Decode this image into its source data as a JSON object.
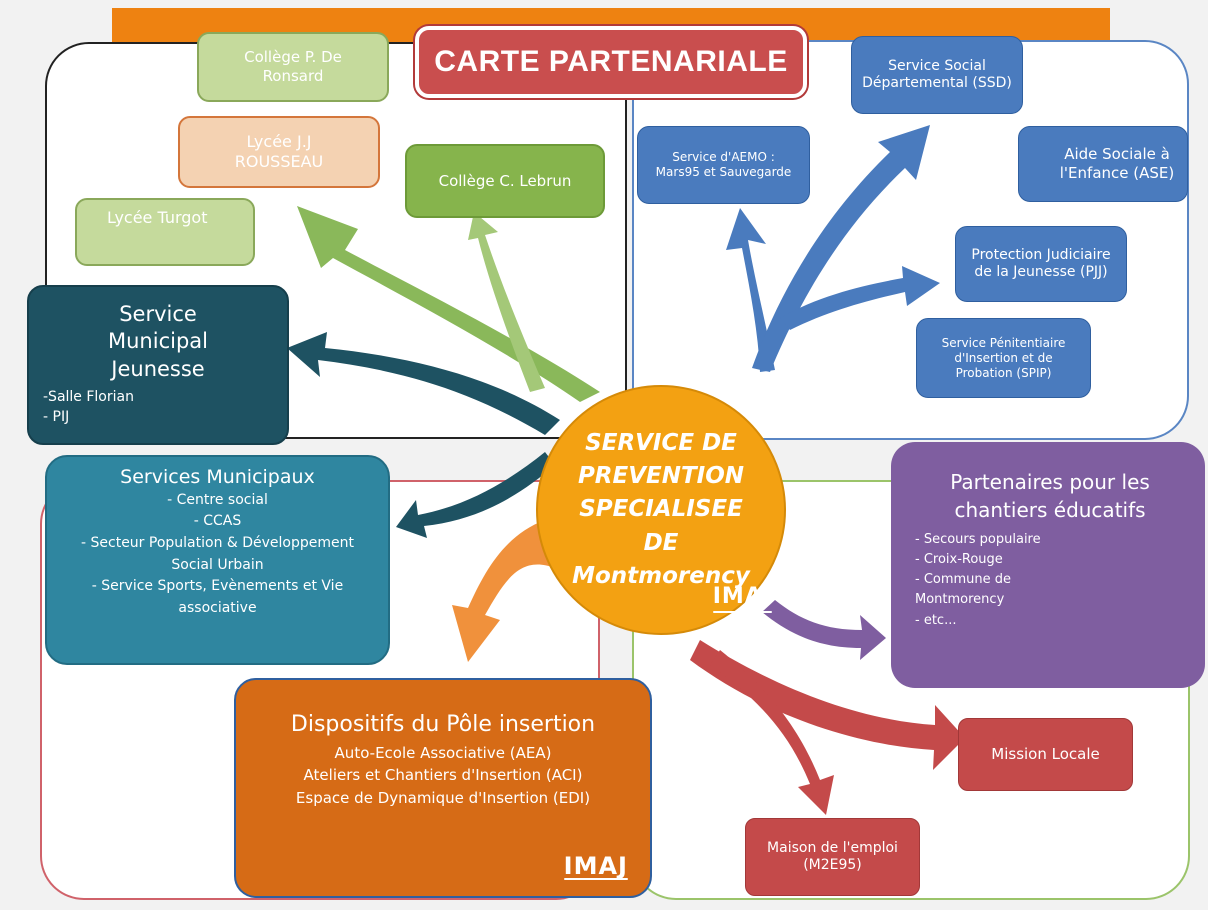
{
  "title": "CARTE PARTENARIALE",
  "center": {
    "lines": [
      "SERVICE DE",
      "PREVENTION",
      "SPECIALISEE",
      "DE",
      "Montmorency"
    ],
    "logo": "IMAJ"
  },
  "schools": {
    "college_ronsard": "Collège P. De Ronsard",
    "lycee_rousseau": "Lycée J.J ROUSSEAU",
    "college_lebrun": "Collège C. Lebrun",
    "lycee_turgot": "Lycée Turgot"
  },
  "social_services": {
    "ssd": "Service Social Départemental (SSD)",
    "aemo": "Service d'AEMO : Mars95 et Sauvegarde",
    "ase": "Aide Sociale à l'Enfance (ASE)",
    "pjj": "Protection Judiciaire de la Jeunesse (PJJ)",
    "spip": "Service Pénitentiaire d'Insertion et de Probation (SPIP)"
  },
  "smj": {
    "title": "Service Municipal Jeunesse",
    "items": [
      "-Salle Florian",
      "- PIJ"
    ]
  },
  "services_municipaux": {
    "title": "Services Municipaux",
    "items": [
      "- Centre social",
      "- CCAS",
      "- Secteur Population & Développement Social Urbain",
      "- Service Sports, Evènements et Vie associative"
    ]
  },
  "partenaires": {
    "title": "Partenaires pour les chantiers éducatifs",
    "items": [
      "- Secours populaire",
      "- Croix-Rouge",
      "- Commune de Montmorency",
      "- etc..."
    ]
  },
  "insertion": {
    "title": "Dispositifs du Pôle insertion",
    "items": [
      "Auto-Ecole Associative (AEA)",
      "Ateliers et Chantiers d'Insertion (ACI)",
      "Espace de Dynamique d'Insertion (EDI)"
    ],
    "logo": "IMAJ"
  },
  "mission_locale": "Mission Locale",
  "maison_emploi": "Maison de l'emploi (M2E95)",
  "colors": {
    "topbar": "#ee8211",
    "title_bg": "#c94e4e",
    "center": "#f3a112",
    "school_arrows": "#8ab85a",
    "social_arrows": "#4a7bbe",
    "municipal_arrows": "#1e5262",
    "insertion_arrow": "#f0913c",
    "partner_arrow": "#7f5ea0",
    "employment_arrows": "#c44a4a"
  }
}
